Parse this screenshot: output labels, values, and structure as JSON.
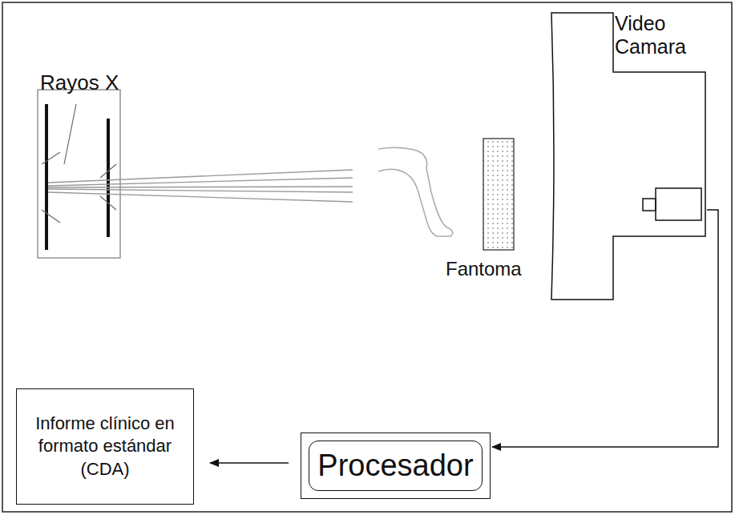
{
  "diagram": {
    "nodes": [
      {
        "text": [
          "Video Camara"
        ]
      },
      {
        "text": [
          "Procesador"
        ]
      },
      {
        "text": [
          "Informe clínico en formato estándar (CDA)"
        ]
      }
    ],
    "edges": [
      {
        "from": 0,
        "to": 1,
        "arrow": "to"
      },
      {
        "from": 1,
        "to": 2,
        "arrow": "to"
      }
    ],
    "labels": [
      "Rayos X",
      "Fantoma"
    ]
  }
}
